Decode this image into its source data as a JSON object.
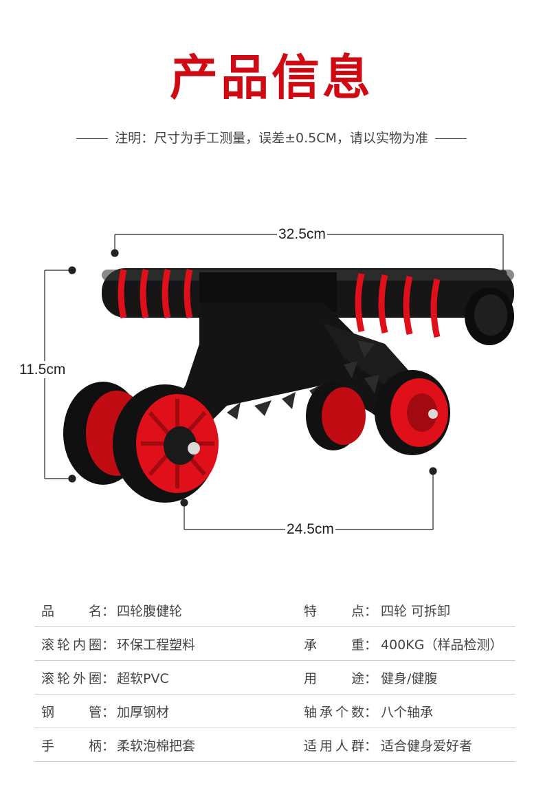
{
  "heading": "产品信息",
  "note": "注明：尺寸为手工测量，误差±0.5CM，请以实物为准",
  "dimensions": {
    "width_top": "32.5cm",
    "height": "11.5cm",
    "width_bottom": "24.5cm"
  },
  "colors": {
    "accent": "#cf0a12",
    "roller_red": "#e0101a",
    "body_black": "#151515"
  },
  "specs": [
    {
      "left_label": "品　名",
      "left_value": "四轮腹健轮",
      "right_label": "特　点",
      "right_value": "四轮 可拆卸"
    },
    {
      "left_label": "滚轮内圈",
      "left_value": "环保工程塑料",
      "right_label": "承　重",
      "right_value": "400KG（样品检测）"
    },
    {
      "left_label": "滚轮外圈",
      "left_value": "超软PVC",
      "right_label": "用　途",
      "right_value": "健身/健腹"
    },
    {
      "left_label": "钢　管",
      "left_value": "加厚钢材",
      "right_label": "轴承个数",
      "right_value": "八个轴承"
    },
    {
      "left_label": "手　柄",
      "left_value": "柔软泡棉把套",
      "right_label": "适用人群",
      "right_value": "适合健身爱好者"
    }
  ]
}
